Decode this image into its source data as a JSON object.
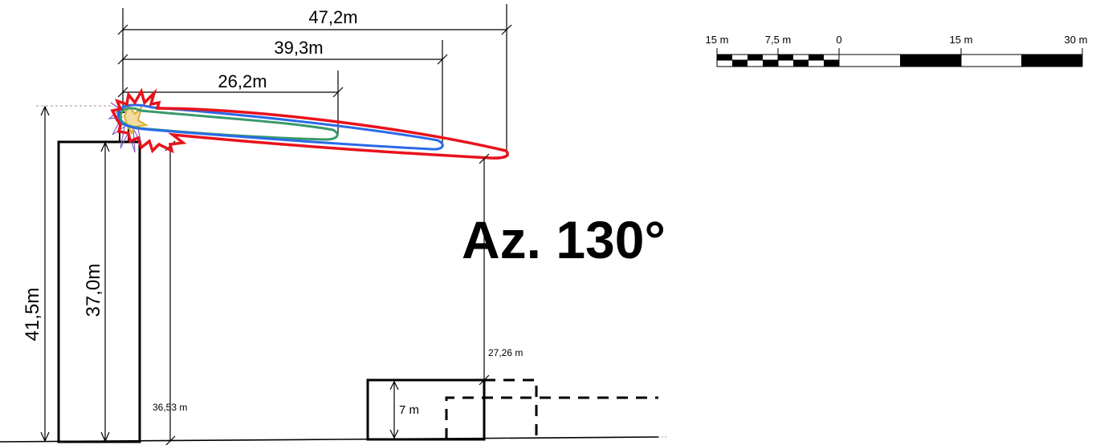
{
  "azimuth_label": "Az. 130°",
  "reach_labels": {
    "red": "47,2m",
    "blue": "39,3m",
    "green": "26,2m"
  },
  "height_labels": {
    "mast_top": "41,5m",
    "building": "37,0m",
    "antenna_bottom": "36,53 m",
    "clearance": "27,26 m",
    "roof_building": "7 m"
  },
  "scale_bar": {
    "ticks": [
      "15 m",
      "7,5 m",
      "0",
      "15 m",
      "30 m"
    ]
  },
  "colors": {
    "red": "#e8121b",
    "blue": "#2a6ae8",
    "green": "#3a9a6a",
    "yellow": "#d8b030",
    "purple": "#8a5cc8",
    "black": "#000000"
  }
}
